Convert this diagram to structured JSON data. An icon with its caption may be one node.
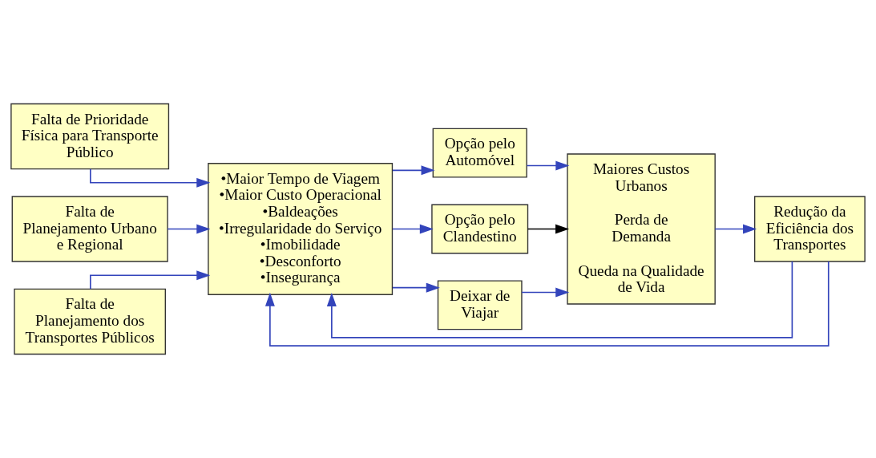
{
  "diagram": {
    "nodes": [
      {
        "text": [
          "Falta de Prioridade Física para Transporte Público"
        ]
      },
      {
        "text": [
          "Falta de Planejamento Urbano e Regional"
        ]
      },
      {
        "text": [
          "Falta de Planejamento dos Transportes Públicos"
        ]
      },
      {
        "text": [
          "•Maior Tempo de Viagem",
          "•Maior Custo Operacional",
          "•Baldeações",
          "•Irregularidade do Serviço",
          "•Imobilidade",
          "•Desconforto",
          "•Insegurança"
        ]
      },
      {
        "text": [
          "Opção pelo Automóvel"
        ]
      },
      {
        "text": [
          "Opção pelo Clandestino"
        ]
      },
      {
        "text": [
          "Deixar de Viajar"
        ]
      },
      {
        "text": [
          "Maiores Custos Urbanos",
          "Perda de Demanda",
          "Queda na Qualidade de Vida"
        ]
      },
      {
        "text": [
          "Redução da Eficiência dos Transportes"
        ]
      }
    ],
    "edges": [
      {
        "from": 0,
        "to": 3,
        "arrow": "to"
      },
      {
        "from": 1,
        "to": 3,
        "arrow": "to"
      },
      {
        "from": 2,
        "to": 3,
        "arrow": "to"
      },
      {
        "from": 3,
        "to": 4,
        "arrow": "to"
      },
      {
        "from": 3,
        "to": 5,
        "arrow": "to"
      },
      {
        "from": 3,
        "to": 6,
        "arrow": "to"
      },
      {
        "from": 4,
        "to": 7,
        "arrow": "to"
      },
      {
        "from": 5,
        "to": 7,
        "arrow": "to",
        "color": "#000000"
      },
      {
        "from": 6,
        "to": 7,
        "arrow": "to"
      },
      {
        "from": 7,
        "to": 8,
        "arrow": "to"
      },
      {
        "from": 8,
        "to": 3,
        "arrow": "to"
      },
      {
        "from": 8,
        "to": 3,
        "arrow": "to"
      }
    ]
  }
}
